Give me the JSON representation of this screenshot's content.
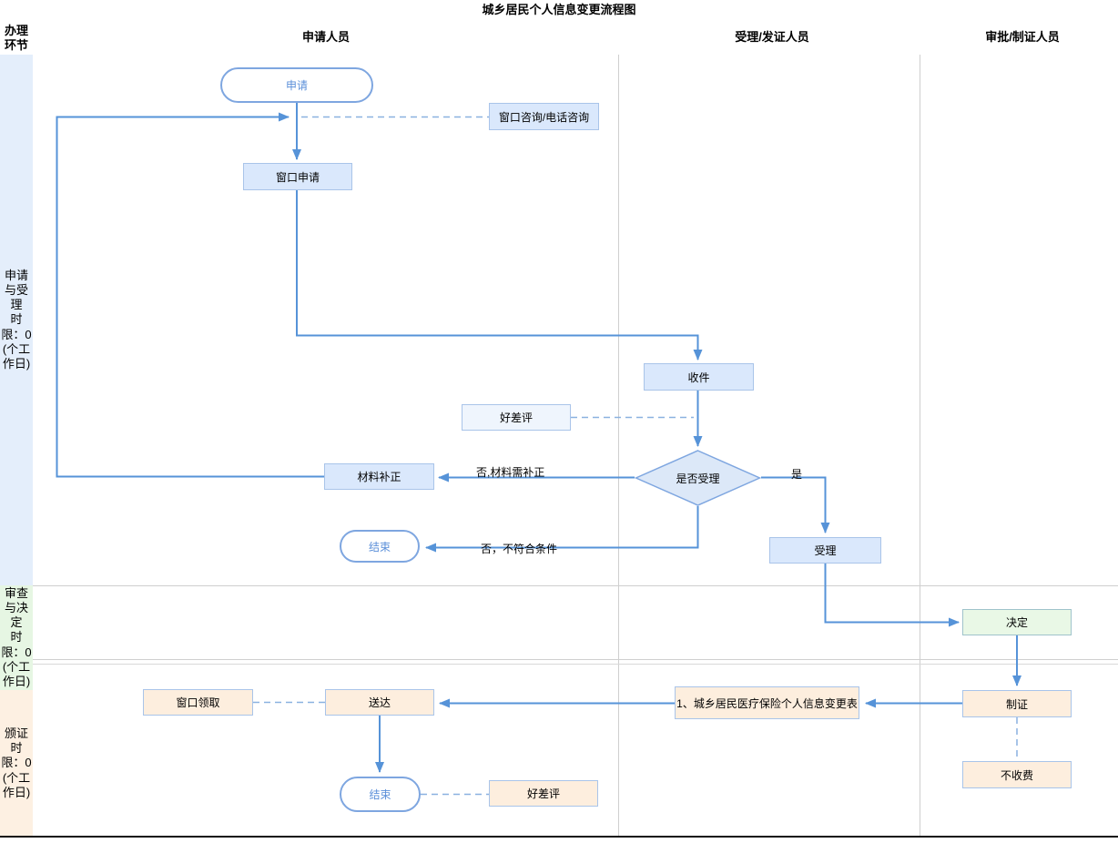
{
  "title": "城乡居民个人信息变更流程图",
  "lane_header": {
    "corner": "办理\n环节",
    "columns": [
      "申请人员",
      "受理/发证人员",
      "审批/制证人员"
    ]
  },
  "sidebar": {
    "sections": [
      {
        "label": "申请\n与受\n理\n时\n限：0\n(个工\n作日)",
        "color": "#e4eefb"
      },
      {
        "label": "审查\n与决\n定\n时\n限：0\n(个工\n作日)",
        "color": "#e6f6e3"
      },
      {
        "label": "颁证\n时\n限：0\n(个工\n作日)",
        "color": "#fdf0e2"
      }
    ]
  },
  "nodes": {
    "apply_start": {
      "label": "申请",
      "shape": "stadium"
    },
    "consult": {
      "label": "窗口咨询/电话咨询",
      "shape": "rect"
    },
    "window_apply": {
      "label": "窗口申请",
      "shape": "rect"
    },
    "receive": {
      "label": "收件",
      "shape": "rect"
    },
    "rating_mid": {
      "label": "好差评",
      "shape": "rect"
    },
    "decision": {
      "label": "是否受理",
      "shape": "diamond"
    },
    "material_fix": {
      "label": "材料补正",
      "shape": "rect"
    },
    "end_mid": {
      "label": "结束",
      "shape": "stadium"
    },
    "accept": {
      "label": "受理",
      "shape": "rect"
    },
    "decide": {
      "label": "决定",
      "shape": "rect"
    },
    "make_cert": {
      "label": "制证",
      "shape": "rect"
    },
    "no_fee": {
      "label": "不收费",
      "shape": "rect"
    },
    "window_pickup": {
      "label": "窗口领取",
      "shape": "rect"
    },
    "deliver": {
      "label": "送达",
      "shape": "rect"
    },
    "change_form": {
      "label": "1、城乡居民医疗保险个人信息变更表",
      "shape": "rect"
    },
    "end_bottom": {
      "label": "结束",
      "shape": "stadium"
    },
    "rating_bottom": {
      "label": "好差评",
      "shape": "rect"
    }
  },
  "edge_labels": {
    "no_fix": "否,材料需补正",
    "no_reject": "否，不符合条件",
    "yes": "是"
  },
  "colors": {
    "node_blue_fill": "#dae8fc",
    "node_blue_light_fill": "#eff5fd",
    "node_green_fill": "#e9f8e6",
    "node_orange_fill": "#fdeede",
    "node_border_blue": "#a9c4e9",
    "stadium_border": "#7ea6e0",
    "stadium_text": "#5b8fd9",
    "arrow": "#5693d8",
    "dashed_line": "#8ab1e0",
    "lane_line": "#cfcfcf"
  }
}
